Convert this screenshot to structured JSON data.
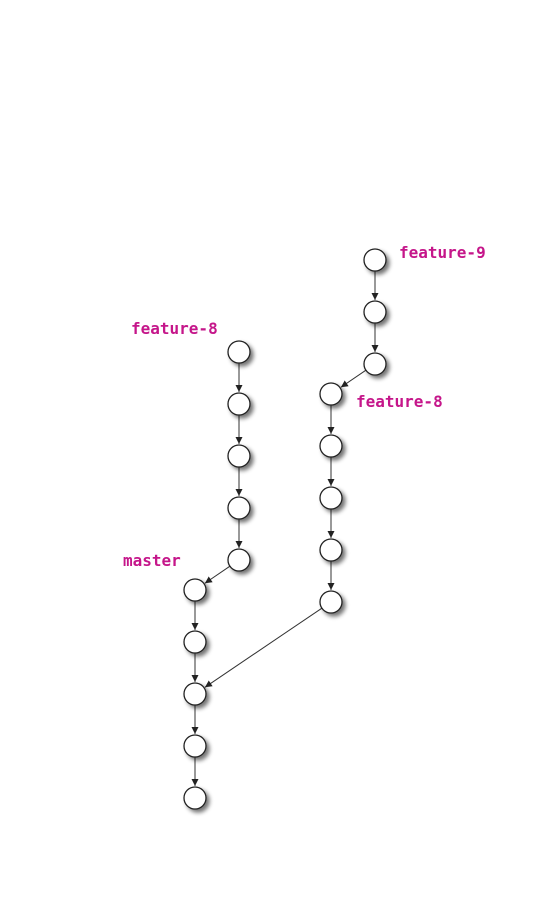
{
  "colors": {
    "label": "#c5168a",
    "node_fill": "#ffffff",
    "node_stroke": "#222222",
    "edge": "#333333",
    "shadow": "#9a9a9a"
  },
  "labels": {
    "feature_9": "feature-9",
    "feature_8_right": "feature-8",
    "feature_8_left": "feature-8",
    "master": "master"
  },
  "graph": {
    "nodes": [
      {
        "id": "f9-1",
        "branch": "feature-9"
      },
      {
        "id": "f9-2",
        "branch": "feature-9"
      },
      {
        "id": "f9-3",
        "branch": "feature-9"
      },
      {
        "id": "r1",
        "branch": "feature-8"
      },
      {
        "id": "r2",
        "branch": "feature-8"
      },
      {
        "id": "r3",
        "branch": "feature-8"
      },
      {
        "id": "r4",
        "branch": "feature-8"
      },
      {
        "id": "r5",
        "branch": "feature-8"
      },
      {
        "id": "l1",
        "branch": "feature-8"
      },
      {
        "id": "l2",
        "branch": "feature-8"
      },
      {
        "id": "l3",
        "branch": "feature-8"
      },
      {
        "id": "l4",
        "branch": "feature-8"
      },
      {
        "id": "l5",
        "branch": "feature-8"
      },
      {
        "id": "m1",
        "branch": "master"
      },
      {
        "id": "m2",
        "branch": "master"
      },
      {
        "id": "m3",
        "branch": "master"
      },
      {
        "id": "m4",
        "branch": "master"
      },
      {
        "id": "m5",
        "branch": "master"
      }
    ],
    "edges": [
      {
        "from": "f9-1",
        "to": "f9-2"
      },
      {
        "from": "f9-2",
        "to": "f9-3"
      },
      {
        "from": "f9-3",
        "to": "r1"
      },
      {
        "from": "r1",
        "to": "r2"
      },
      {
        "from": "r2",
        "to": "r3"
      },
      {
        "from": "r3",
        "to": "r4"
      },
      {
        "from": "r4",
        "to": "r5"
      },
      {
        "from": "r5",
        "to": "m3"
      },
      {
        "from": "l1",
        "to": "l2"
      },
      {
        "from": "l2",
        "to": "l3"
      },
      {
        "from": "l3",
        "to": "l4"
      },
      {
        "from": "l4",
        "to": "l5"
      },
      {
        "from": "l5",
        "to": "m1"
      },
      {
        "from": "m1",
        "to": "m2"
      },
      {
        "from": "m2",
        "to": "m3"
      },
      {
        "from": "m3",
        "to": "m4"
      },
      {
        "from": "m4",
        "to": "m5"
      }
    ]
  }
}
